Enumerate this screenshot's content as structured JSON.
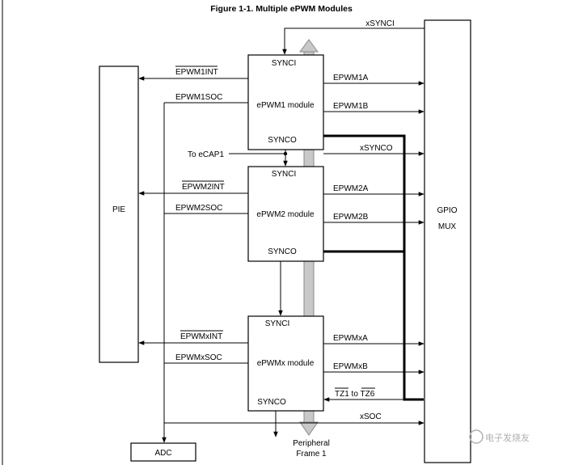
{
  "title": "Figure 1-1. Multiple ePWM Modules",
  "blocks": {
    "pie": "PIE",
    "gpio_mux_line1": "GPIO",
    "gpio_mux_line2": "MUX",
    "adc": "ADC",
    "epwm1": "ePWM1 module",
    "epwm2": "ePWM2 module",
    "epwmx": "ePWMx module"
  },
  "ports": {
    "synci": "SYNCI",
    "synco": "SYNCO"
  },
  "signals": {
    "xsynci": "xSYNCI",
    "xsynco": "xSYNCO",
    "to_ecap1": "To eCAP1",
    "xsoc": "xSOC",
    "epwm1int": "EPWM1INT",
    "epwm1soc": "EPWM1SOC",
    "epwm1a": "EPWM1A",
    "epwm1b": "EPWM1B",
    "epwm2int": "EPWM2INT",
    "epwm2soc": "EPWM2SOC",
    "epwm2a": "EPWM2A",
    "epwm2b": "EPWM2B",
    "epwmxint": "EPWMxINT",
    "epwmxsoc": "EPWMxSOC",
    "epwmxa": "EPWMxA",
    "epwmxb": "EPWMxB",
    "tz_range": "TZ1 to TZ6",
    "peripheral_frame_line1": "Peripheral",
    "peripheral_frame_line2": "Frame 1"
  },
  "watermark": "电子发烧友"
}
